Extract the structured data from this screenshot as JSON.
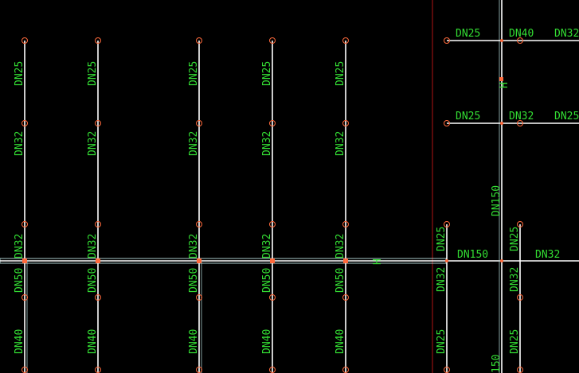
{
  "colors": {
    "background": "#000000",
    "pipe": "#ffffff",
    "main_pipe_outline": "#a8c8c8",
    "label": "#33dd33",
    "node": "#ff6a3c",
    "boundary": "#b01414"
  },
  "left_risers": [
    {
      "labels": [
        "DN25",
        "DN32",
        "DN32",
        "DN50",
        "DN40"
      ]
    },
    {
      "labels": [
        "DN25",
        "DN32",
        "DN32",
        "DN50",
        "DN40"
      ]
    },
    {
      "labels": [
        "DN25",
        "DN32",
        "DN32",
        "DN50",
        "DN40"
      ]
    },
    {
      "labels": [
        "DN25",
        "DN32",
        "DN32",
        "DN50",
        "DN40"
      ]
    },
    {
      "labels": [
        "DN25",
        "DN32",
        "DN32",
        "DN50",
        "DN40"
      ]
    }
  ],
  "main_pipe_labels": {
    "marker_1": "H",
    "right_segment": "DN150",
    "far_right_segment": "DN32"
  },
  "right_riser_labels": {
    "upper": "DN25",
    "middle": "DN32",
    "lower": "DN25"
  },
  "vertical_main_labels": {
    "marker": "H",
    "upper": "DN150",
    "bottom": "150",
    "below_junction": "DN32"
  },
  "branch_row_1": [
    "DN25",
    "DN40",
    "DN32"
  ],
  "branch_row_2": [
    "DN25",
    "DN32",
    "DN25"
  ],
  "right_stub_labels": {
    "upper": "DN25",
    "lower": "DN25"
  }
}
